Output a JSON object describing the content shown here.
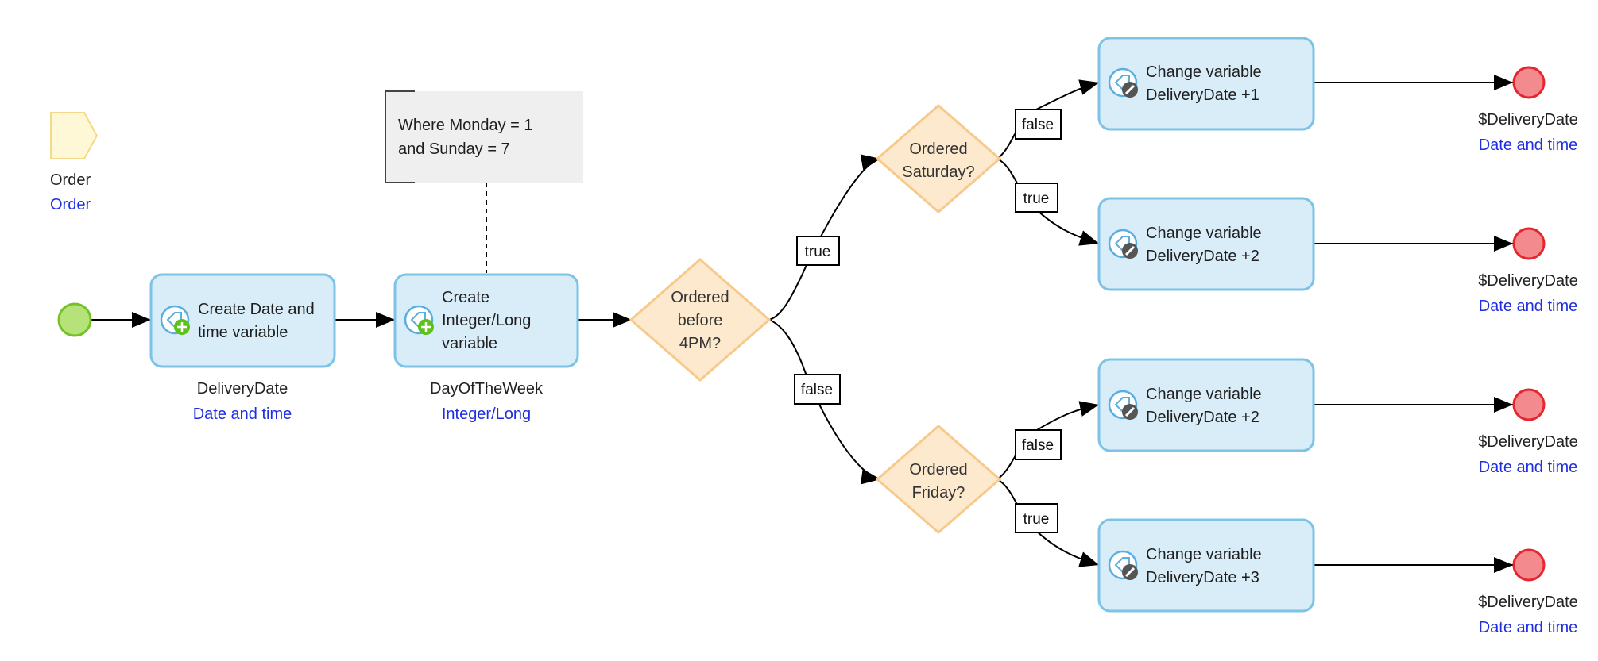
{
  "parameter": {
    "name": "Order",
    "type": "Order"
  },
  "annotation": {
    "lines": [
      "Where Monday = 1",
      "and Sunday = 7"
    ]
  },
  "activities": [
    {
      "lines": [
        "Create Date and",
        "time variable"
      ],
      "var": "DeliveryDate",
      "type": "Date and time",
      "icon": "create-variable-icon"
    },
    {
      "lines": [
        "Create",
        "Integer/Long",
        "variable"
      ],
      "var": "DayOfTheWeek",
      "type": "Integer/Long",
      "icon": "create-variable-icon"
    },
    {
      "lines": [
        "Change variable",
        "DeliveryDate +1"
      ],
      "icon": "change-variable-icon"
    },
    {
      "lines": [
        "Change variable",
        "DeliveryDate +2"
      ],
      "icon": "change-variable-icon"
    },
    {
      "lines": [
        "Change variable",
        "DeliveryDate +2"
      ],
      "icon": "change-variable-icon"
    },
    {
      "lines": [
        "Change variable",
        "DeliveryDate +3"
      ],
      "icon": "change-variable-icon"
    }
  ],
  "decisions": [
    {
      "lines": [
        "Ordered",
        "before",
        "4PM?"
      ]
    },
    {
      "lines": [
        "Ordered",
        "Saturday?"
      ]
    },
    {
      "lines": [
        "Ordered",
        "Friday?"
      ]
    }
  ],
  "conditions": [
    "true",
    "false",
    "false",
    "true",
    "false",
    "true"
  ],
  "end_events": [
    {
      "value": "$DeliveryDate",
      "type": "Date and time"
    },
    {
      "value": "$DeliveryDate",
      "type": "Date and time"
    },
    {
      "value": "$DeliveryDate",
      "type": "Date and time"
    },
    {
      "value": "$DeliveryDate",
      "type": "Date and time"
    }
  ],
  "colors": {
    "activity_fill": "#d9edf9",
    "activity_stroke": "#7cc3e6",
    "decision_fill": "#fde9cd",
    "decision_stroke": "#f7c98a",
    "start_fill": "#b5e37a",
    "start_stroke": "#74c225",
    "end_fill": "#f28a8e",
    "end_stroke": "#e5262f",
    "param_fill": "#fff8d6",
    "param_stroke": "#f4d98b",
    "annotation_fill": "#efefef"
  }
}
